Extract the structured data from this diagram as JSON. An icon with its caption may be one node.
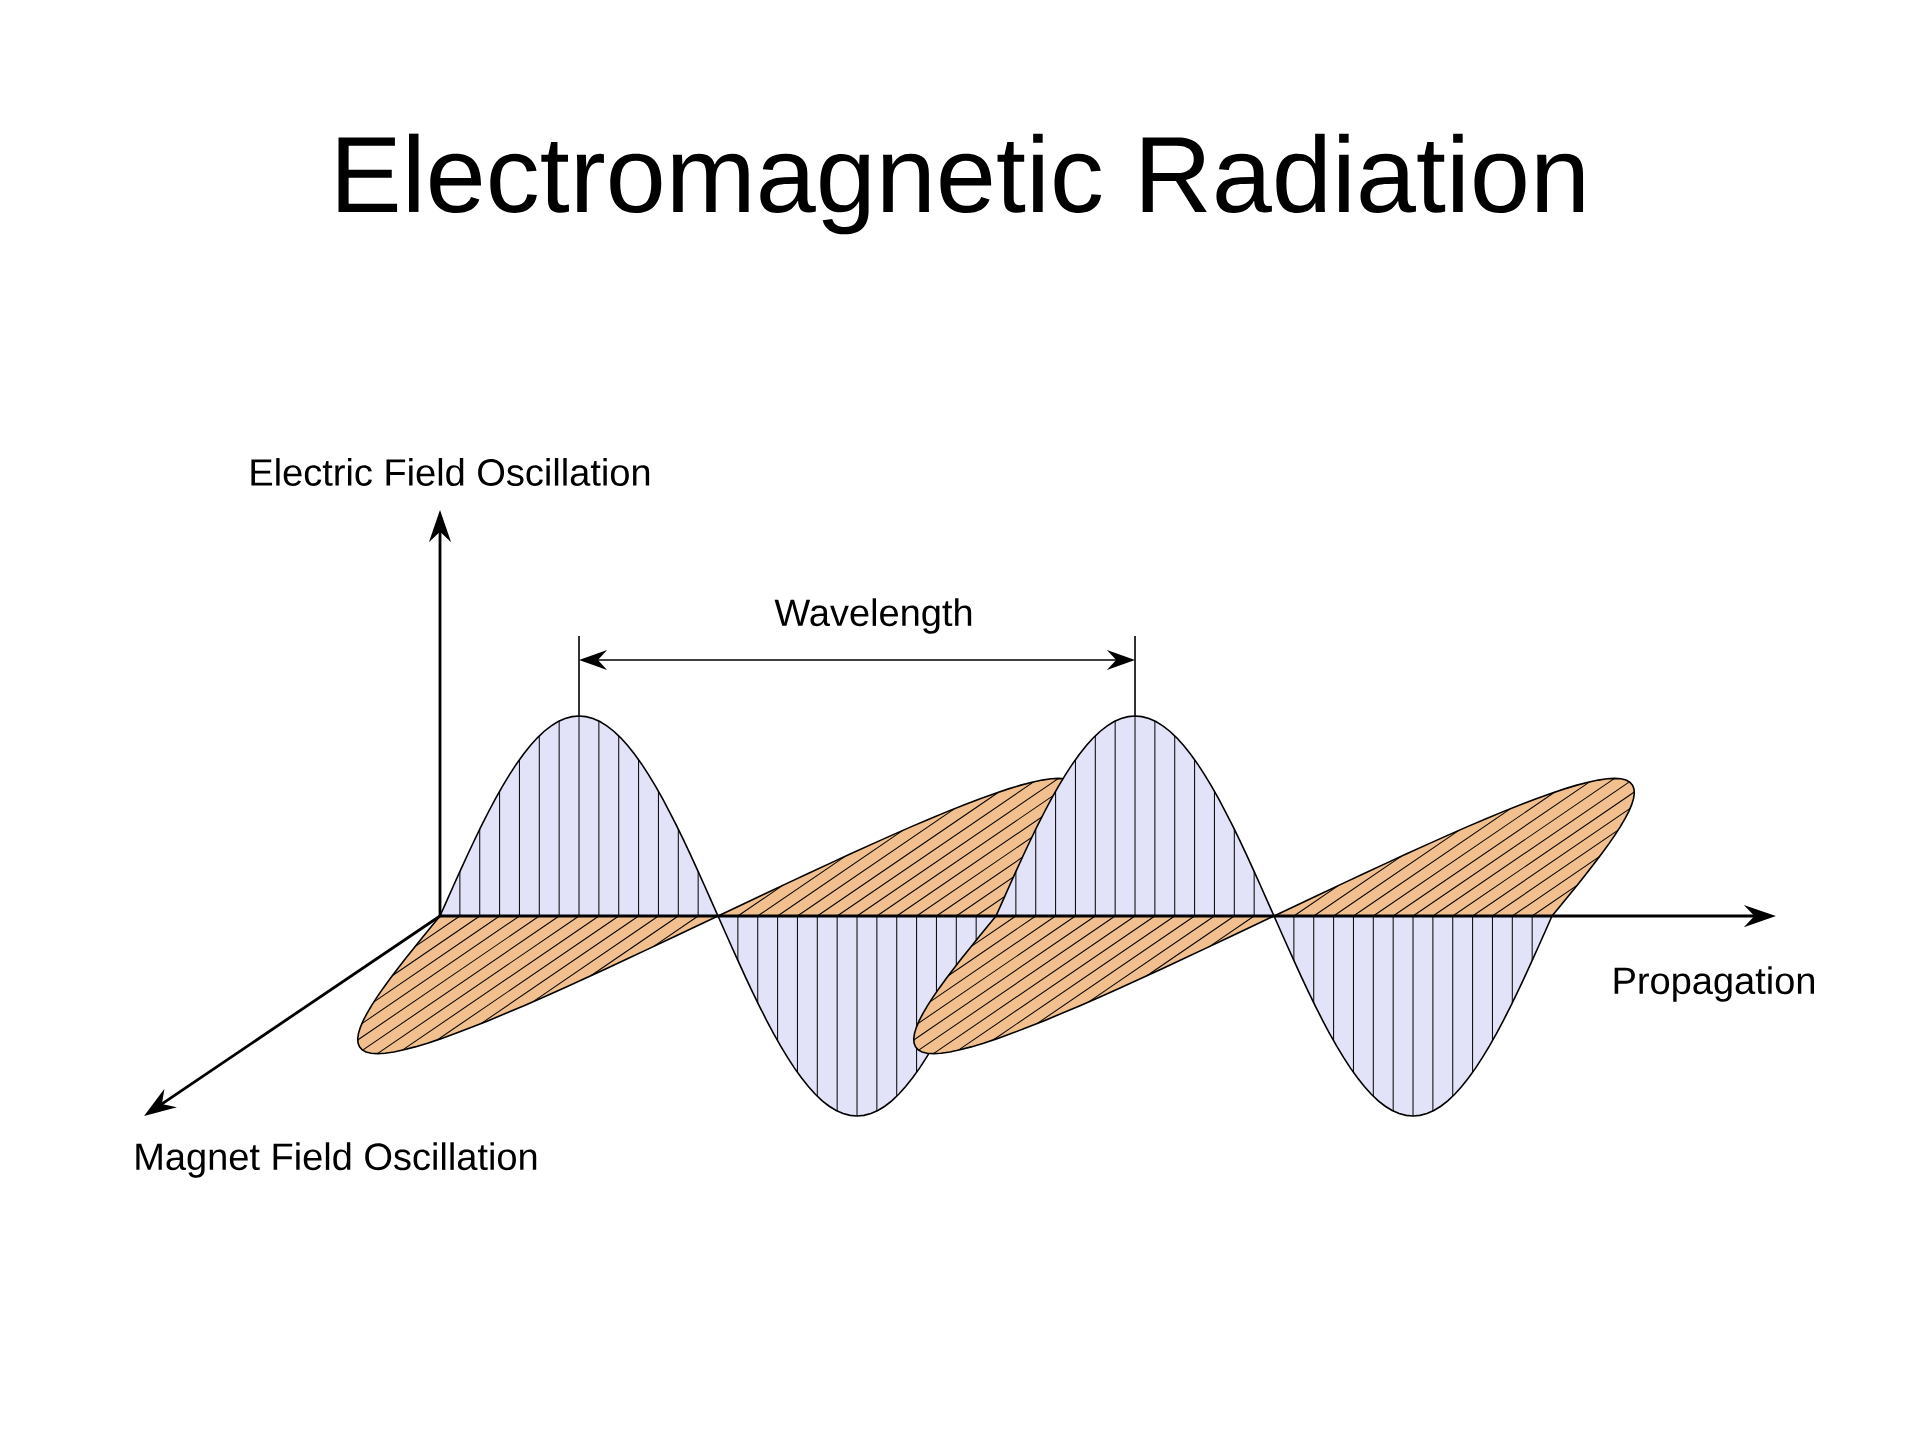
{
  "diagram": {
    "title": "Electromagnetic Radiation",
    "labels": [
      "Electric Field Oscillation",
      "Wavelength",
      "Propagation",
      "Magnet Field Oscillation"
    ]
  }
}
